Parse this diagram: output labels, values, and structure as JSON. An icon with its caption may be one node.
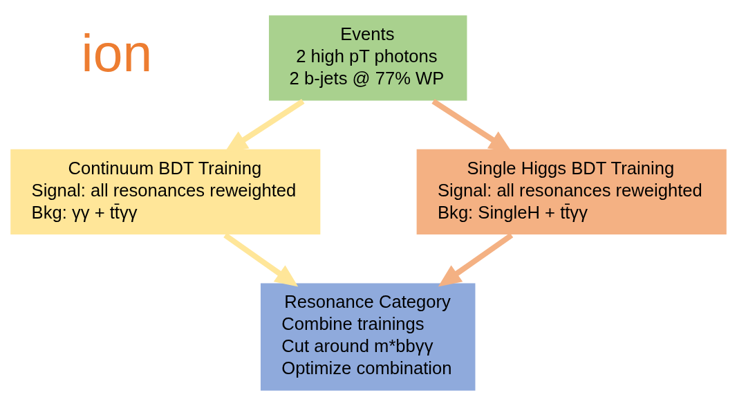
{
  "diagram": {
    "nodes": [
      {
        "text": [
          "Events",
          "2 high pT photons",
          "2 b-jets @ 77% WP"
        ]
      },
      {
        "text": [
          "Continuum BDT Training",
          "Signal: all resonances reweighted",
          "Bkg: γγ + tt̄γγ"
        ]
      },
      {
        "text": [
          "Single Higgs BDT Training",
          "Signal: all resonances reweighted",
          "Bkg: SingleH + tt̄γγ"
        ]
      },
      {
        "text": [
          "Resonance Category",
          "Combine trainings",
          "Cut around m*bbγγ",
          "Optimize combination"
        ]
      }
    ],
    "edges": [
      {
        "from": 0,
        "to": 1,
        "arrow": "to",
        "color": "#ffe699"
      },
      {
        "from": 0,
        "to": 2,
        "arrow": "to",
        "color": "#f4b183"
      },
      {
        "from": 1,
        "to": 3,
        "arrow": "to",
        "color": "#ffe699"
      },
      {
        "from": 2,
        "to": 3,
        "arrow": "to",
        "color": "#f4b183"
      }
    ],
    "labels": [
      "ion"
    ]
  }
}
